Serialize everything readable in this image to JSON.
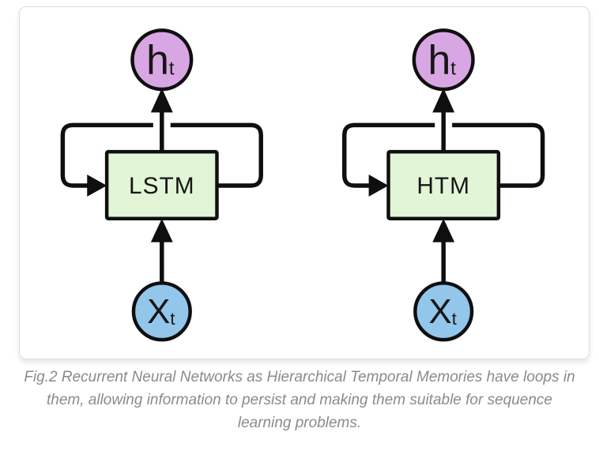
{
  "figure": {
    "caption": "Fig.2 Recurrent Neural Networks as Hierarchical Temporal Memories have loops in them, allowing information to persist and making them suitable for sequence learning problems.",
    "colors": {
      "hidden_node_fill": "#d9a6e4",
      "block_fill": "#e2f5d6",
      "input_node_fill": "#93c6eb",
      "stroke": "#0f0f0f",
      "caption_text": "#8a8a8a",
      "card_border": "#dedede"
    },
    "diagrams": [
      {
        "block_label": "LSTM",
        "hidden_node": {
          "main": "h",
          "sub": "t"
        },
        "input_node": {
          "main": "X",
          "sub": "t"
        }
      },
      {
        "block_label": "HTM",
        "hidden_node": {
          "main": "h",
          "sub": "t"
        },
        "input_node": {
          "main": "X",
          "sub": "t"
        }
      }
    ]
  }
}
